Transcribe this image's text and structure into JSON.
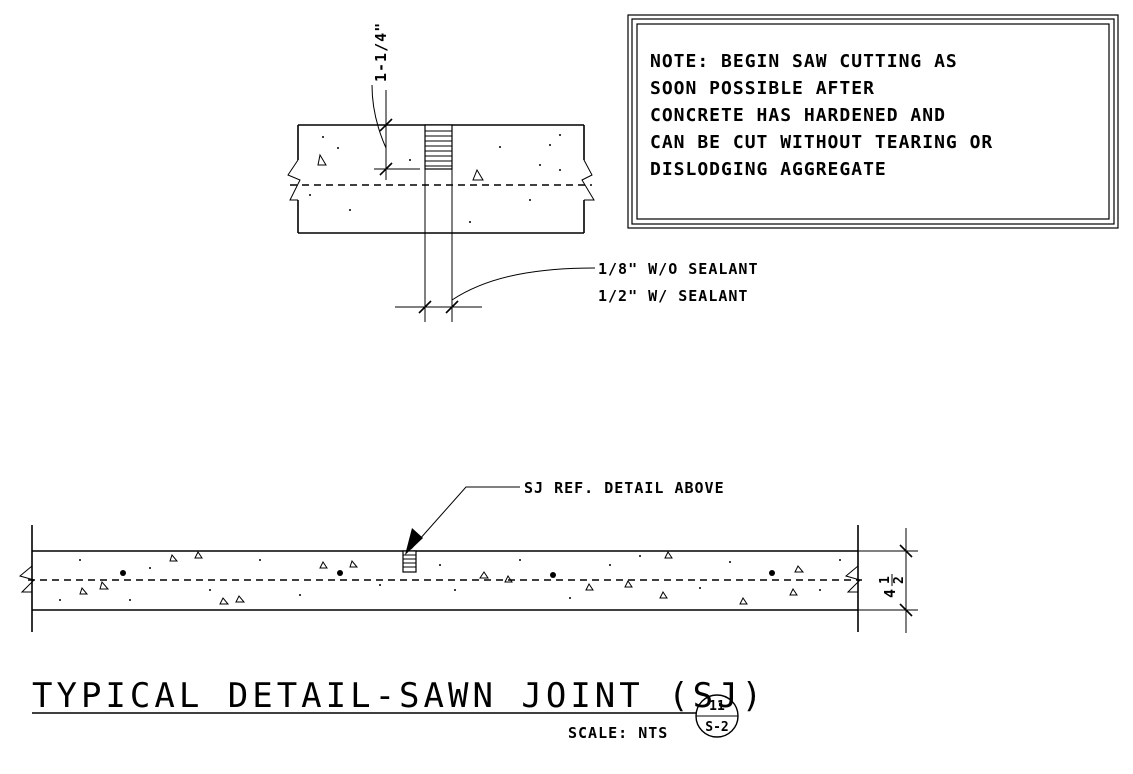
{
  "note": {
    "lines": [
      "NOTE: BEGIN SAW CUTTING AS",
      "SOON POSSIBLE AFTER",
      "CONCRETE HAS HARDENED AND",
      "CAN BE CUT WITHOUT TEARING OR",
      "DISLODGING AGGREGATE"
    ]
  },
  "upper_detail": {
    "depth_dimension": "1-1/4\"",
    "width_label_1": "1/8\" W/O SEALANT",
    "width_label_2": "1/2\" W/ SEALANT"
  },
  "lower_detail": {
    "callout": "SJ REF. DETAIL ABOVE",
    "thickness_whole": "4",
    "thickness_fraction_num": "1",
    "thickness_fraction_den": "2"
  },
  "title_block": {
    "title": "TYPICAL DETAIL-SAWN JOINT (SJ)",
    "scale": "SCALE: NTS",
    "detail_number": "11",
    "sheet_number": "S-2"
  }
}
